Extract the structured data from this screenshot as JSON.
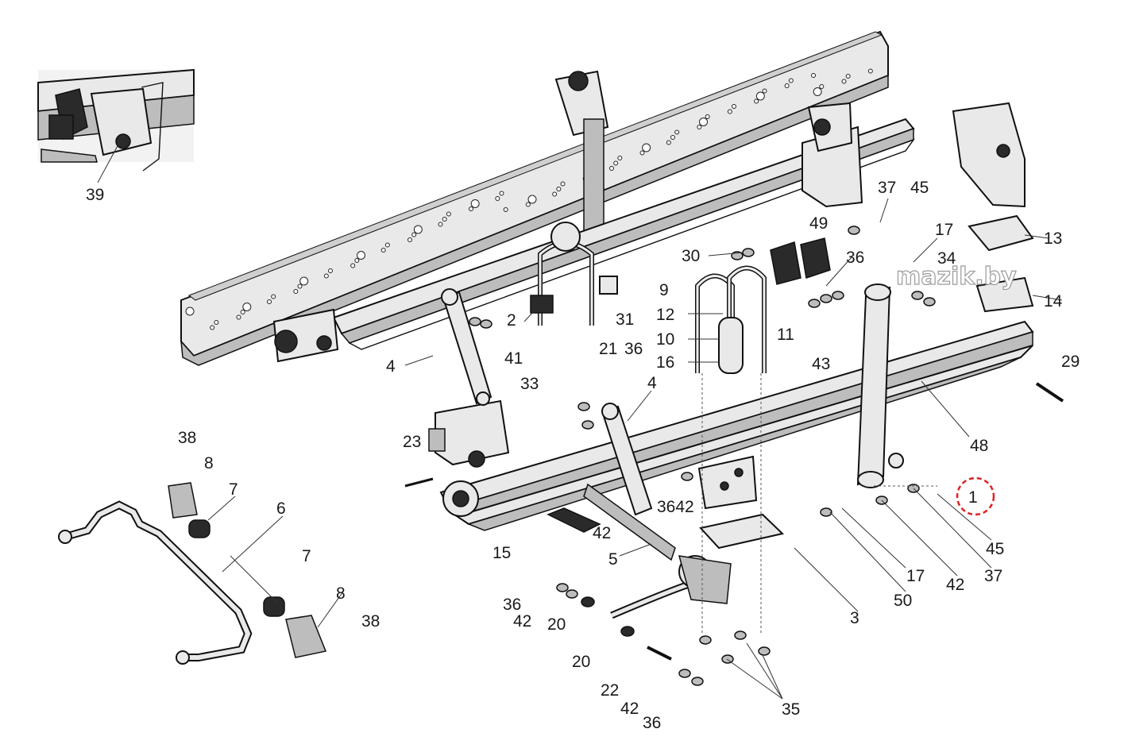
{
  "watermark": "mazik.by",
  "highlight_color": "#e02020",
  "highlighted_part": "1",
  "labels": [
    "39",
    "37",
    "45",
    "49",
    "17",
    "34",
    "13",
    "36",
    "14",
    "30",
    "9",
    "12",
    "10",
    "16",
    "2",
    "31",
    "21",
    "36",
    "11",
    "43",
    "29",
    "4",
    "41",
    "33",
    "4",
    "23",
    "48",
    "38",
    "8",
    "7",
    "6",
    "3642",
    "42",
    "15",
    "5",
    "7",
    "8",
    "38",
    "36",
    "42",
    "20",
    "20",
    "22",
    "42",
    "36",
    "35",
    "3",
    "1",
    "45",
    "17",
    "42",
    "37",
    "50"
  ]
}
